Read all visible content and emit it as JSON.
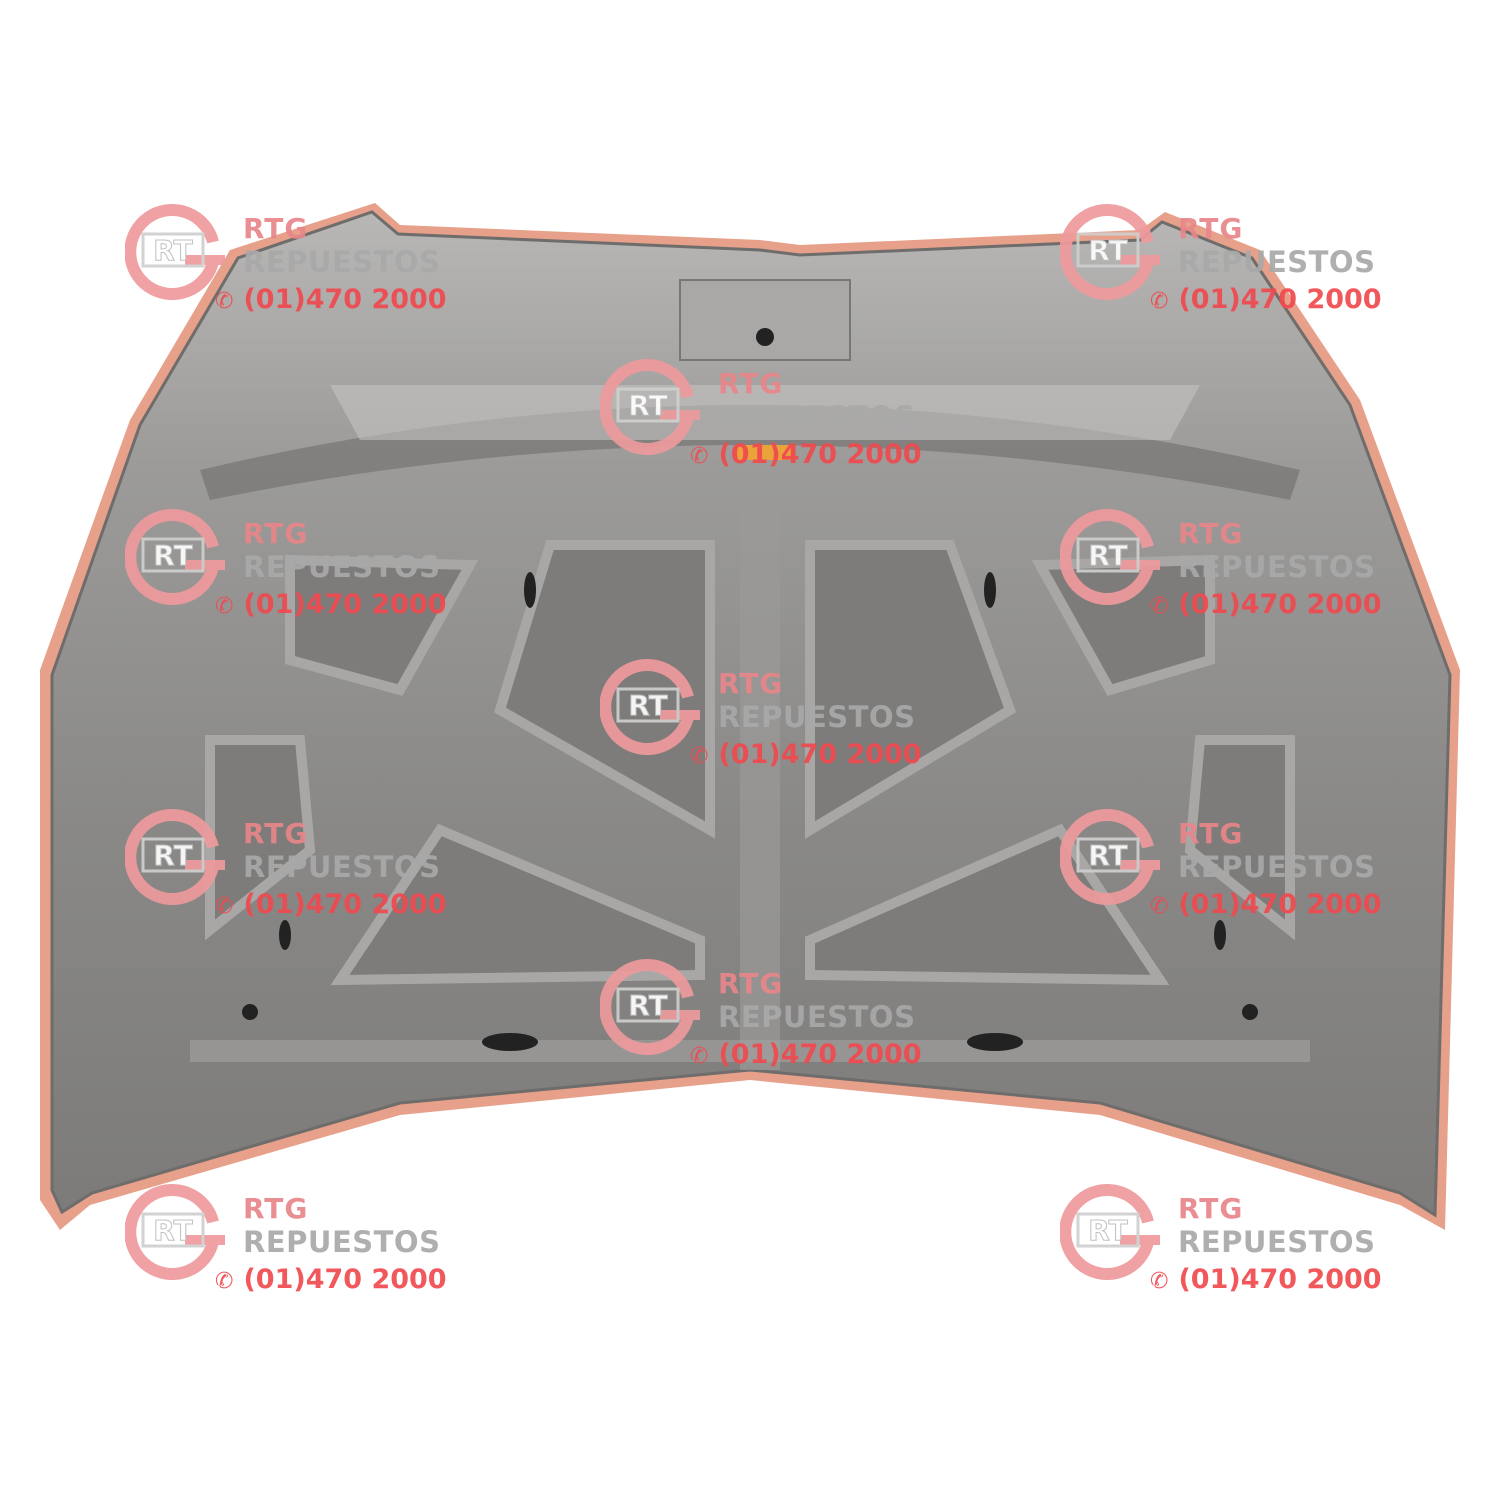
{
  "watermark": {
    "brand": "RTG",
    "subtitle": "REPUESTOS",
    "logo_text": "RT",
    "phone": "(01)470 2000",
    "phone_icon": "phone-icon",
    "colors": {
      "brand": "#e8868a",
      "subtitle": "#a9a9a9",
      "phone": "#f04a4f"
    }
  },
  "product": {
    "colors": {
      "metal": "#8e8d8b",
      "seal": "#e8a58a"
    }
  }
}
